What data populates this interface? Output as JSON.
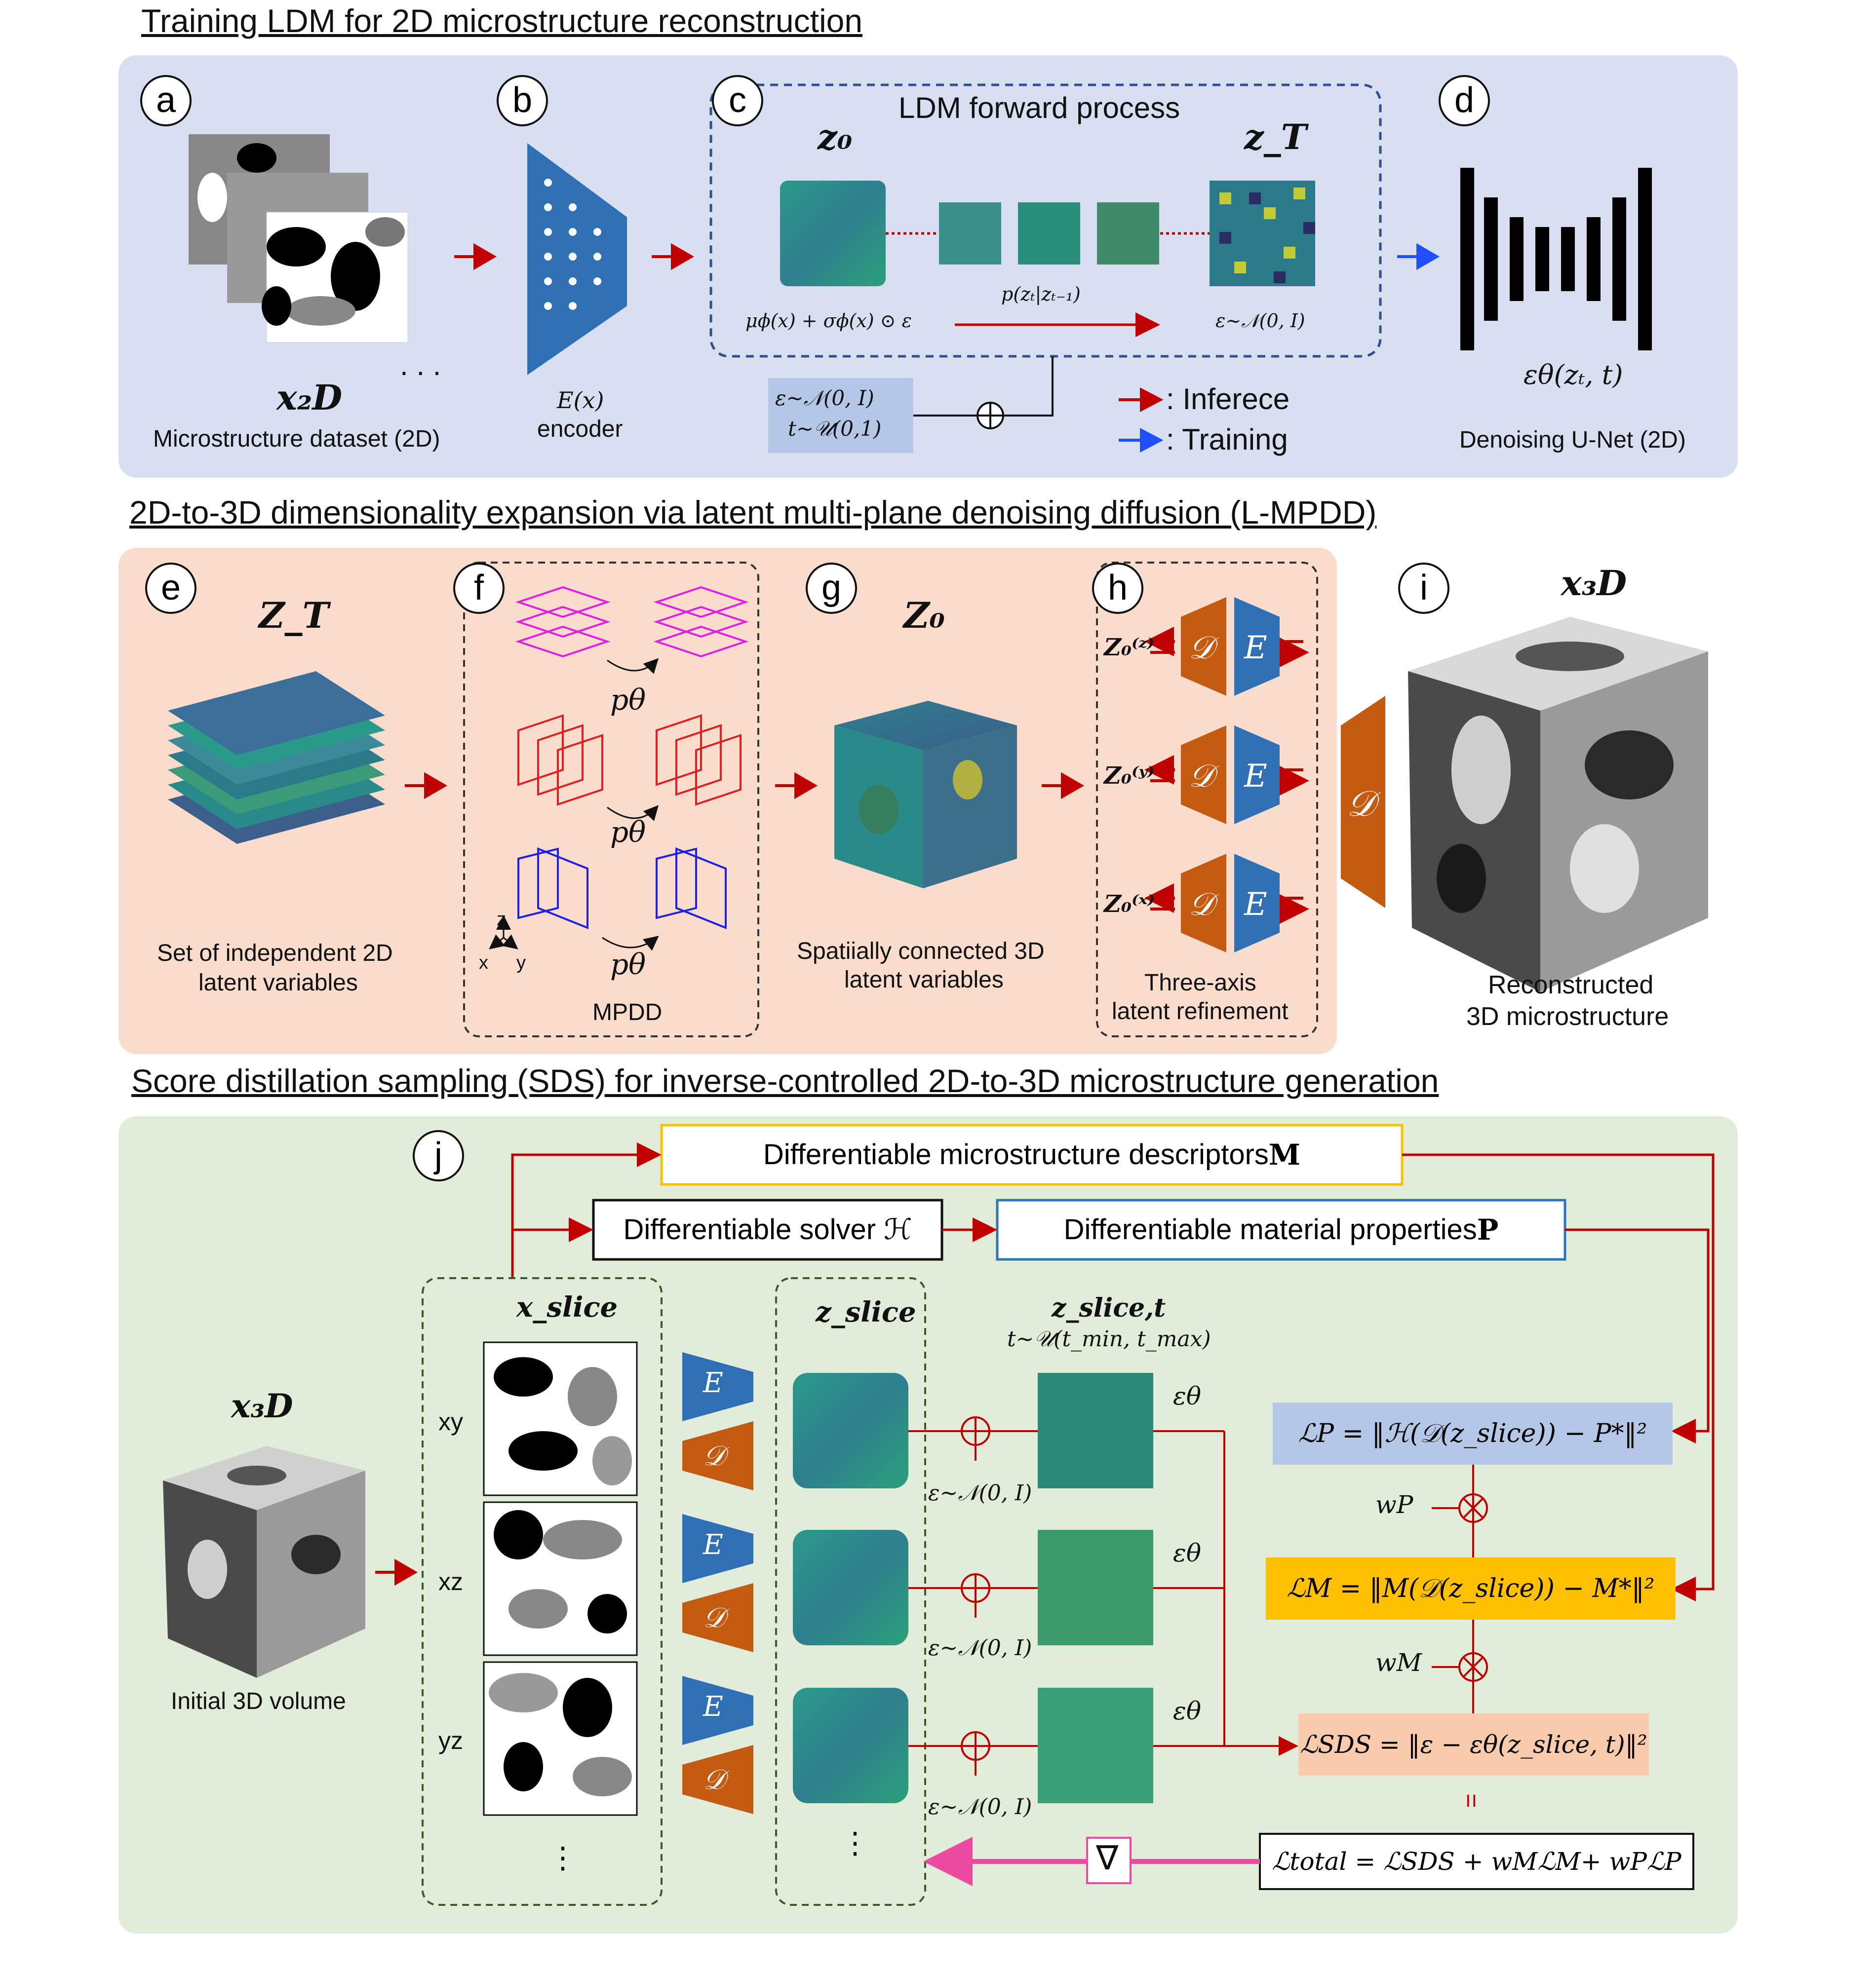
{
  "sections": {
    "s1": "Training LDM for 2D microstructure reconstruction",
    "s2": "2D-to-3D dimensionality expansion via latent multi-plane denoising diffusion (L-MPDD)",
    "s3": "Score distillation sampling (SDS) for inverse-controlled 2D-to-3D microstructure generation"
  },
  "panels": [
    "a",
    "b",
    "c",
    "d",
    "e",
    "f",
    "g",
    "h",
    "i",
    "j"
  ],
  "top": {
    "x2d": "x₂D",
    "dataset": "Microstructure dataset (2D)",
    "enc_math": "E(x)",
    "enc": "encoder",
    "forward": "LDM forward process",
    "z0": "z₀",
    "zT": "z_T",
    "mu": "μϕ(x) + σϕ(x) ⊙ ε",
    "pz": "p(zₜ|zₜ₋₁)",
    "eps_n": "ε~𝒩(0, I)",
    "noise1": "ε~𝒩(0, I)",
    "noise2": "t~𝒰(0,1)",
    "legend_inf": ": Inferece",
    "legend_train": ": Training",
    "eps_theta": "εθ(zₜ, t)",
    "unet": "Denoising U-Net (2D)"
  },
  "mid": {
    "ZT": "Z_T",
    "set1": "Set of independent 2D",
    "set2": "latent variables",
    "p_theta": "pθ",
    "mpdd": "MPDD",
    "axis_z": "z",
    "axis_x": "x",
    "axis_y": "y",
    "Z0": "Z₀",
    "spat1": "Spatiially connected 3D",
    "spat2": "latent variables",
    "z0z": "Z₀⁽ᶻ⁾",
    "z0y": "Z₀⁽ʸ⁾",
    "z0x": "Z₀⁽ˣ⁾",
    "D": "𝒟",
    "E": "E",
    "three1": "Three-axis",
    "three2": "latent refinement",
    "x3d": "x₃D",
    "recon1": "Reconstructed",
    "recon2": "3D microstructure"
  },
  "bottom": {
    "desc": "Differentiable microstructure descriptors ",
    "desc_M": "M",
    "solver": "Differentiable solver ℋ",
    "props": "Differentiable material properties ",
    "props_P": "P",
    "xslice": "x_slice",
    "zslice": "z_slice",
    "zslice_t": "z_slice,t",
    "t_range": "t~𝒰(t_min, t_max)",
    "xy": "xy",
    "xz": "xz",
    "yz": "yz",
    "dots": "⋮",
    "eps_theta": "εθ",
    "eps_n": "ε~𝒩(0, I)",
    "LP": "ℒP = ‖ℋ(𝒟(z_slice)) − P*‖²",
    "LM": "ℒM = ‖M(𝒟(z_slice)) − M*‖²",
    "LSDS": "ℒSDS = ‖ε − εθ(z_slice, t)‖²",
    "Ltotal": "ℒtotal = ℒSDS + wMℒM+ wPℒP",
    "wP": "wP",
    "wM": "wM",
    "eq": "=",
    "nabla": "∇",
    "x3d": "x₃D",
    "initial": "Initial 3D volume"
  },
  "colors": {
    "panel_top": "#d7dff0",
    "panel_mid": "#f9dccb",
    "panel_bot": "#e2edd9",
    "encoder_blue": "#2f6fb3",
    "decoder_orange": "#c55a11",
    "arrow_red": "#c00000",
    "arrow_blue": "#1f4fff",
    "pink_arrow": "#ea4aa0",
    "LP_box": "#b4c7e7",
    "LM_box": "#ffc000",
    "LSDS_box": "#f8cbad",
    "desc_border": "#ffc000",
    "props_border": "#2e75b6",
    "mpdd_magenta": "#e020e0",
    "mpdd_red": "#e02020",
    "mpdd_blue": "#2020e0"
  }
}
